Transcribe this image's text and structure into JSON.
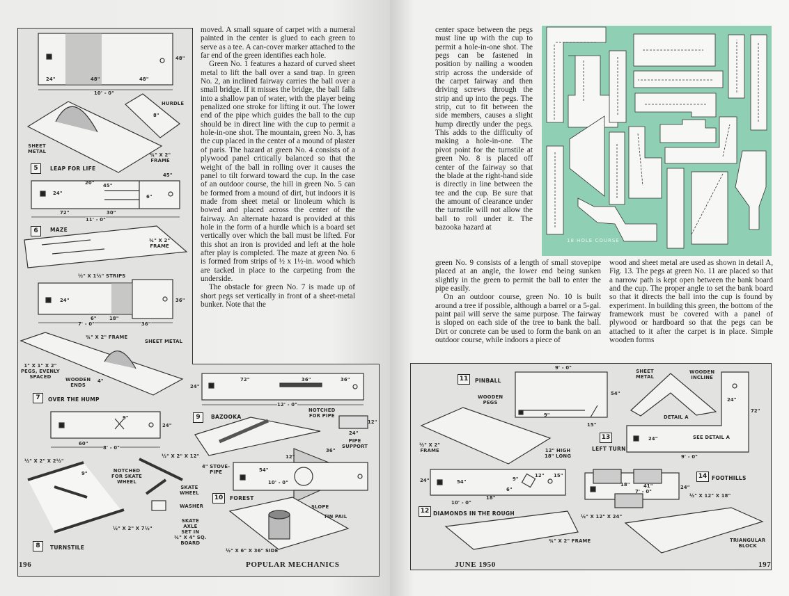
{
  "left_page": {
    "page_number": "196",
    "running_head": "POPULAR MECHANICS",
    "text": [
      "moved. A small square of carpet with a numeral painted in the center is glued to each green to serve as a tee. A can-cover marker attached to the far end of the green identifies each hole.",
      "Green No. 1 features a hazard of curved sheet metal to lift the ball over a sand trap. In green No. 2, an inclined fairway carries the ball over a small bridge. If it misses the bridge, the ball falls into a shallow pan of water, with the player being penalized one stroke for lifting it out. The lower end of the pipe which guides the ball to the cup should be in direct line with the cup to permit a hole-in-one shot. The mountain, green No. 3, has the cup placed in the center of a mound of plaster of paris. The hazard at green No. 4 consists of a plywood panel critically balanced so that the weight of the ball in rolling over it causes the panel to tilt forward toward the cup. In the case of an outdoor course, the hill in green No. 5 can be formed from a mound of dirt, but indoors it is made from sheet metal or linoleum which is bowed and placed across the center of the fairway. An alternate hazard is provided at this hole in the form of a hurdle which is a board set vertically over which the ball must be lifted. For this shot an iron is provided and left at the hole after play is completed. The maze at green No. 6 is formed from strips of ½ x 1½-in. wood which are tacked in place to the carpeting from the underside.",
      "The obstacle for green No. 7 is made up of short pegs set vertically in front of a sheet-metal bunker. Note that the"
    ]
  },
  "right_page": {
    "page_number": "197",
    "running_head": "JUNE 1950",
    "narrow_text": "center space between the pegs must line up with the cup to permit a hole-in-one shot. The pegs can be fastened in position by nailing a wooden strip across the underside of the carpet fairway and then driving screws through the strip and up into the pegs. The strip, cut to fit between the side members, causes a slight hump directly under the pegs. This adds to the difficulty of making a hole-in-one. The pivot point for the turnstile at green No. 8 is placed off center of the fairway so that the blade at the right-hand side is directly in line between the tee and the cup. Be sure that the amount of clearance under the turnstile will not allow the ball to roll under it. The bazooka hazard at",
    "col1": [
      "green No. 9 consists of a length of small stovepipe placed at an angle, the lower end being sunken slightly in the green to permit the ball to enter the pipe easily.",
      "On an outdoor course, green No. 10 is built around a tree if possible, although a barrel or a 5-gal. paint pail will serve the same purpose. The fairway is sloped on each side of the tree to bank the ball. Dirt or concrete can be used to form the bank on an outdoor course, while indoors a piece of"
    ],
    "col2": "wood and sheet metal are used as shown in detail A, Fig. 13. The pegs at green No. 11 are placed so that a narrow path is kept open between the bank board and the cup. The proper angle to set the bank board so that it directs the ball into the cup is found by experiment. In building this green, the bottom of the framework must be covered with a panel of plywood or hardboard so that the pegs can be attached to it after the carpet is in place. Simple wooden forms",
    "course_map": {
      "caption": "18 HOLE COURSE",
      "background": "#8fcfb4"
    }
  },
  "figures": {
    "f5": {
      "number": "5",
      "title": "LEAP FOR LIFE",
      "labels": [
        "48\"",
        "24\"",
        "48\"",
        "48\"",
        "10' - 0\"",
        "HURDLE",
        "8\"",
        "SHEET\nMETAL",
        "¾\" X 2\"\nFRAME"
      ]
    },
    "f6": {
      "number": "6",
      "title": "MAZE",
      "labels": [
        "24\"",
        "20\"",
        "45\"",
        "45\"",
        "6\"",
        "72\"",
        "30\"",
        "11' - 0\"",
        "¾\" X 2\"\nFRAME",
        "½\" X 1½\" STRIPS"
      ]
    },
    "f7": {
      "number": "7",
      "title": "OVER THE HUMP",
      "labels": [
        "24\"",
        "36\"",
        "6\"",
        "18\"",
        "7' - 0\"",
        "36\"",
        "¾\" X 2\" FRAME",
        "SHEET METAL",
        "1\" X 1\" X 2\"\nPEGS, EVENLY\nSPACED",
        "WOODEN\nENDS",
        "4\""
      ]
    },
    "f8": {
      "number": "8",
      "title": "TURNSTILE",
      "labels": [
        "9\"",
        "24\"",
        "60\"",
        "8' - 0\"",
        "½\" X 2\" X 2½\"",
        "9\"",
        "½\" X 2\" X 7½\"",
        "½\" X 2\" X 12\"",
        "NOTCHED\nFOR SKATE\nWHEEL",
        "SKATE\nWHEEL",
        "WASHER",
        "SKATE\nAXLE\nSET IN\n¾\" X 4\" SQ.\nBOARD"
      ]
    },
    "f9": {
      "number": "9",
      "title": "BAZOOKA",
      "labels": [
        "24\"",
        "72\"",
        "36\"",
        "36\"",
        "12' - 0\"",
        "NOTCHED\nFOR PIPE",
        "12\"",
        "24\"",
        "PIPE\nSUPPORT",
        "4\" STOVE-\nPIPE"
      ]
    },
    "f10": {
      "number": "10",
      "title": "FOREST",
      "labels": [
        "12\"",
        "36\"",
        "54\"",
        "10' - 0\"",
        "SLOPE",
        "TIN PAIL",
        "½\" X 6\" X 36\" SIDE"
      ]
    },
    "f11": {
      "number": "11",
      "title": "PINBALL",
      "labels": [
        "9' - 0\"",
        "54\"",
        "9\"",
        "15\"",
        "WOODEN\nPEGS",
        "½\" X 2\"\nFRAME",
        "12\" HIGH\n18\" LONG"
      ]
    },
    "f12": {
      "number": "12",
      "title": "DIAMONDS IN THE ROUGH",
      "labels": [
        "24\"",
        "54\"",
        "9\"",
        "12\"",
        "15\"",
        "6\"",
        "18\"",
        "10' - 0\"",
        "¾\" X 2\" FRAME"
      ]
    },
    "f13": {
      "number": "13",
      "title": "LEFT TURN",
      "labels": [
        "SHEET\nMETAL",
        "WOODEN\nINCLINE",
        "DETAIL A",
        "72\"",
        "24\"",
        "24\"",
        "SEE DETAIL A",
        "9' - 0\""
      ]
    },
    "f14": {
      "number": "14",
      "title": "FOOTHILLS",
      "labels": [
        "18\"",
        "41\"",
        "7' - 0\"",
        "24\"",
        "½\" X 12\" X 18\"",
        "½\" X 12\" X 24\"",
        "TRIANGULAR\nBLOCK"
      ]
    }
  }
}
